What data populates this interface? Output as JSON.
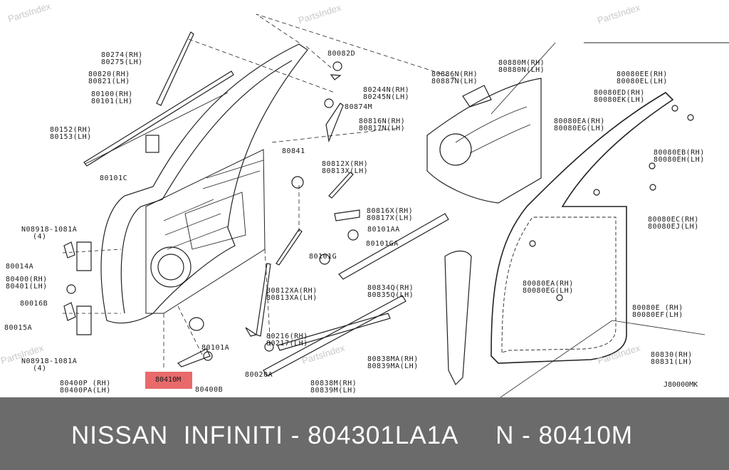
{
  "watermark": "PartsIndex",
  "highlight_part": "80410M",
  "diagram_code": "J80000MK",
  "footer": {
    "title": "NISSAN  INFINITI - 804301LA1A     N - 80410M"
  },
  "labels": {
    "l80274": [
      "80274(RH)",
      "80275(LH)"
    ],
    "l80820": [
      "80820(RH)",
      "80821(LH)"
    ],
    "l80100": [
      "80100(RH)",
      "80101(LH)"
    ],
    "l80152": [
      "80152(RH)",
      "80153(LH)"
    ],
    "l80101c": [
      "80101C"
    ],
    "l08918a": [
      "N08918-1081A",
      "(4)"
    ],
    "l80014a": [
      "80014A"
    ],
    "l80400": [
      "80400(RH)",
      "80401(LH)"
    ],
    "l80016b": [
      "80016B"
    ],
    "l80015a": [
      "80015A"
    ],
    "l08918b": [
      "N08918-1081A",
      "(4)"
    ],
    "l80400p": [
      "80400P (RH)",
      "80400PA(LH)"
    ],
    "l80400b": [
      "80400B"
    ],
    "l80082d": [
      "80082D"
    ],
    "l80244n": [
      "80244N(RH)",
      "80245N(LH)"
    ],
    "l80874m": [
      "80874M"
    ],
    "l80816n": [
      "80816N(RH)",
      "80817N(LH)"
    ],
    "l80841": [
      "80841"
    ],
    "l80812x": [
      "80812X(RH)",
      "80813X(LH)"
    ],
    "l80816x": [
      "80816X(RH)",
      "80817X(LH)"
    ],
    "l80101aa": [
      "80101AA"
    ],
    "l80101ga": [
      "80101GA"
    ],
    "l80101g": [
      "80101G"
    ],
    "l80812xa": [
      "80812XA(RH)",
      "80813XA(LH)"
    ],
    "l80834q": [
      "80834Q(RH)",
      "80835Q(LH)"
    ],
    "l80216": [
      "80216(RH)",
      "80217(LH)"
    ],
    "l80101a": [
      "80101A"
    ],
    "l80020a": [
      "80020A"
    ],
    "l80838ma": [
      "80838MA(RH)",
      "80839MA(LH)"
    ],
    "l80838m": [
      "80838M(RH)",
      "80839M(LH)"
    ],
    "l80886n": [
      "80886N(RH)",
      "80887N(LH)"
    ],
    "l80880m": [
      "80880M(RH)",
      "80880N(LH)"
    ],
    "l80080ee": [
      "80080EE(RH)",
      "80080EL(LH)"
    ],
    "l80080ed": [
      "80080ED(RH)",
      "80080EK(LH)"
    ],
    "l80080ea": [
      "80080EA(RH)",
      "80080EG(LH)"
    ],
    "l80080eb": [
      "80080EB(RH)",
      "80080EH(LH)"
    ],
    "l80080ec": [
      "80080EC(RH)",
      "80080EJ(LH)"
    ],
    "l80080ea2": [
      "80080EA(RH)",
      "80080EG(LH)"
    ],
    "l80080e": [
      "80080E (RH)",
      "80080EF(LH)"
    ],
    "l80830": [
      "80830(RH)",
      "80831(LH)"
    ]
  }
}
